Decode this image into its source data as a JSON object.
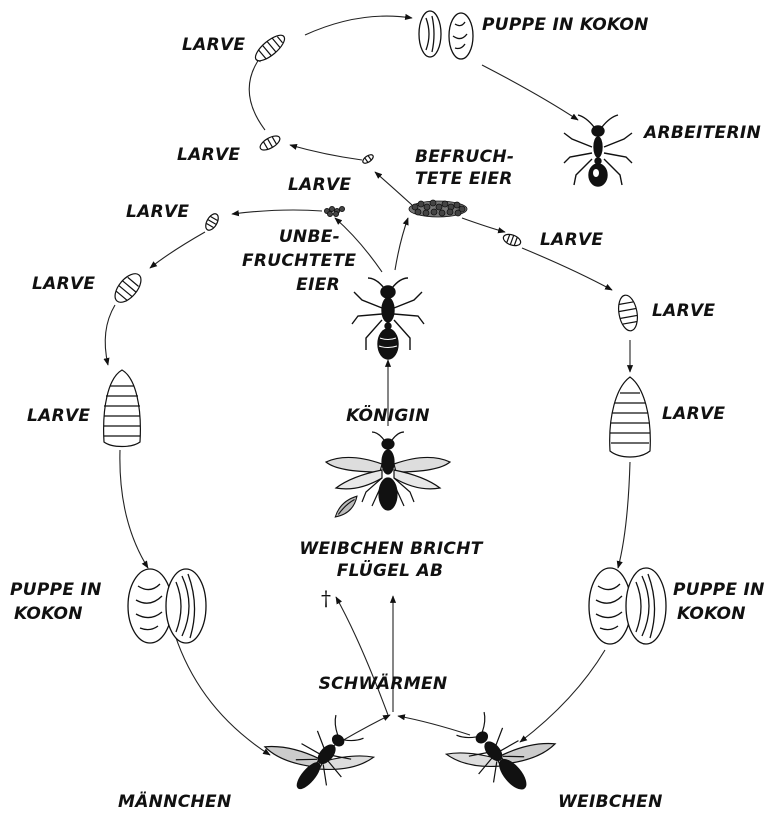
{
  "colors": {
    "ink": "#111111",
    "paper": "#ffffff"
  },
  "labels": {
    "larve_top": "LARVE",
    "puppe_top": "PUPPE IN KOKON",
    "arbeiterin": "ARBEITERIN",
    "larve_upper_left": "LARVE",
    "befruchtete_1": "BEFRUCH-",
    "befruchtete_2": "TETE EIER",
    "larve_center_left": "LARVE",
    "larve_left_small": "LARVE",
    "unbefruchtete_1": "UNBE-",
    "unbefruchtete_2": "FRUCHTETE",
    "unbefruchtete_3": "EIER",
    "larve_right_small": "LARVE",
    "larve_left_mid": "LARVE",
    "larve_right_mid": "LARVE",
    "larve_left_big": "LARVE",
    "koenigin": "KÖNIGIN",
    "larve_right_big": "LARVE",
    "weibchen_bricht_1": "WEIBCHEN BRICHT",
    "weibchen_bricht_2": "FLÜGEL AB",
    "puppe_left_1": "PUPPE IN",
    "puppe_left_2": "KOKON",
    "puppe_right_1": "PUPPE IN",
    "puppe_right_2": "KOKON",
    "schwaermen": "SCHWÄRMEN",
    "maennchen": "MÄNNCHEN",
    "weibchen": "WEIBCHEN",
    "dagger": "†"
  },
  "icons": [
    "larva-icon",
    "cocoon-icon",
    "worker-ant-icon",
    "egg-cluster-icon",
    "queen-ant-icon",
    "winged-queen-icon",
    "detached-wing-icon",
    "male-ant-icon",
    "winged-female-icon",
    "arrow-icon"
  ]
}
